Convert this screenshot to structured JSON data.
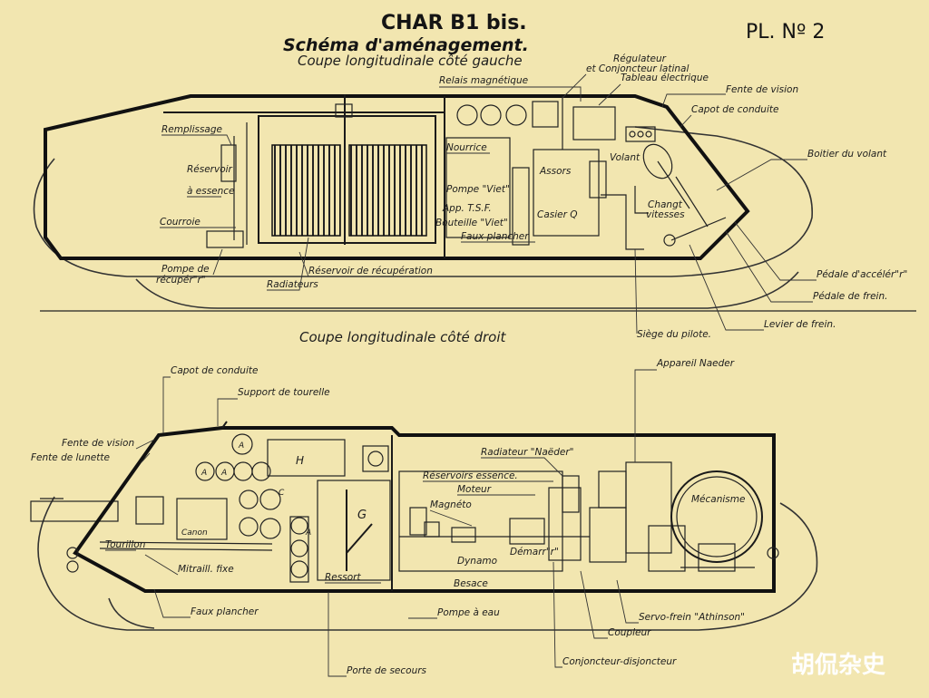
{
  "header": {
    "title": "CHAR B1 bis.",
    "subtitle": "Schéma d'aménagement.",
    "plate": "PL. Nº 2"
  },
  "left_section": {
    "title": "Coupe longitudinale côté gauche",
    "labels": {
      "relais": "Relais magnétique",
      "regulateur": "Régulateur",
      "conjoncteur": "et Conjoncteur latinal",
      "tableau": "Tableau électrique",
      "fente_vision": "Fente de vision",
      "capot": "Capot de conduite",
      "remplissage": "Remplissage",
      "nourrice": "Nourrice",
      "boitier": "Boitier du volant",
      "reservoir": "Réservoir",
      "essence": "à essence",
      "volant": "Volant",
      "assors": "Assors",
      "pompe_viet": "Pompe \"Viet\"",
      "changt": "Changt",
      "vitesses": "vitesses",
      "app_tsf": "App. T.S.F.",
      "casier": "Casier Q",
      "courroie": "Courroie",
      "bouteille": "Bouteille \"Viet\"",
      "faux_plancher": "Faux plancher",
      "pompe_recup_1": "Pompe de",
      "pompe_recup_2": "récupér\"r\"",
      "reservoir_recup": "Réservoir de récupération",
      "radiateurs": "Radiateurs",
      "pedale_acc": "Pédale d'accélér\"r\"",
      "pedale_frein": "Pédale de frein.",
      "levier": "Levier de frein.",
      "siege": "Siège du pilote."
    }
  },
  "right_section": {
    "title": "Coupe longitudinale côté droit",
    "labels": {
      "capot": "Capot de conduite",
      "support": "Support de tourelle",
      "appareil": "Appareil Naeder",
      "fente_vision": "Fente de vision",
      "fente_lunette": "Fente de lunette",
      "radiateur_naeder": "Radiateur \"Naëder\"",
      "h": "H",
      "reservoirs": "Réservoirs essence.",
      "moteur": "Moteur",
      "magneto": "Magnéto",
      "mecanisme": "Mécanisme",
      "canon": "Canon",
      "g": "G",
      "tourillon": "Tourillon",
      "dynamo": "Dynamo",
      "demarreur": "Démarr\"r\"",
      "mitrail": "Mitraill. fixe",
      "ressort": "Ressort",
      "besace": "Besace",
      "faux_plancher": "Faux plancher",
      "pompe_eau": "Pompe à eau",
      "servo": "Servo-frein \"Athinson\"",
      "coupleur": "Coupleur",
      "conjoncteur": "Conjoncteur-disjoncteur",
      "porte": "Porte de secours",
      "mark_a": "A",
      "mark_c": "C"
    }
  },
  "watermark": {
    "text": "胡侃杂史"
  },
  "colors": {
    "paper": "#f2e6b0",
    "ink": "#111111"
  }
}
